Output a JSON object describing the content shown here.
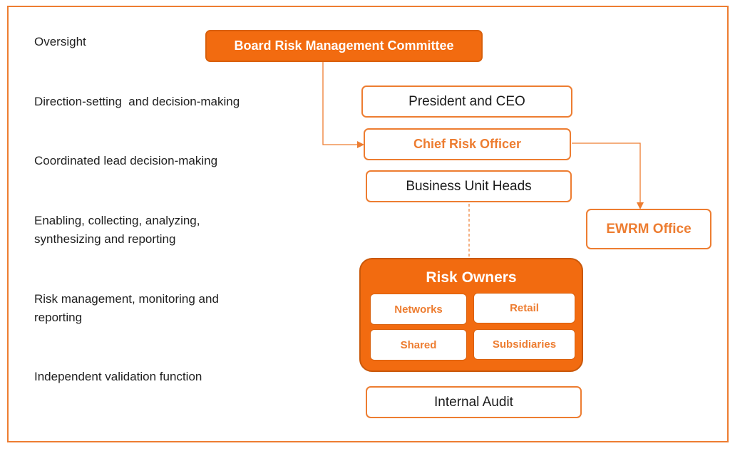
{
  "colors": {
    "accent": "#ED7D31",
    "fill": "#F26B10"
  },
  "levels": [
    "Oversight",
    "Direction-setting  and decision-making",
    "Coordinated lead decision-making",
    "Enabling, collecting, analyzing,",
    "synthesizing and reporting",
    "Risk management, monitoring and",
    "reporting",
    "Independent validation function"
  ],
  "boxes": {
    "board": "Board Risk Management Committee",
    "ceo": "President and CEO",
    "cro": "Chief Risk Officer",
    "buh": "Business Unit Heads",
    "ewrm": "EWRM Office",
    "risk_owners": "Risk Owners",
    "networks": "Networks",
    "retail": "Retail",
    "shared": "Shared",
    "subsidiaries": "Subsidiaries",
    "audit": "Internal Audit"
  }
}
